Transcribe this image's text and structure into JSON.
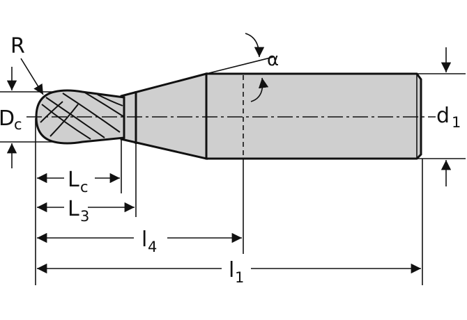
{
  "labels": {
    "R": "R",
    "alpha": "α",
    "Dc_main": "D",
    "Dc_sub": "c",
    "d1_main": "d",
    "d1_sub": "1",
    "Lc_main": "L",
    "Lc_sub": "c",
    "L3_main": "L",
    "L3_sub": "3",
    "l4_main": "l",
    "l4_sub": "4",
    "l1_main": "l",
    "l1_sub": "1"
  },
  "colors": {
    "body_fill": "#cfcfcf",
    "line": "#111111",
    "background": "#ffffff"
  }
}
